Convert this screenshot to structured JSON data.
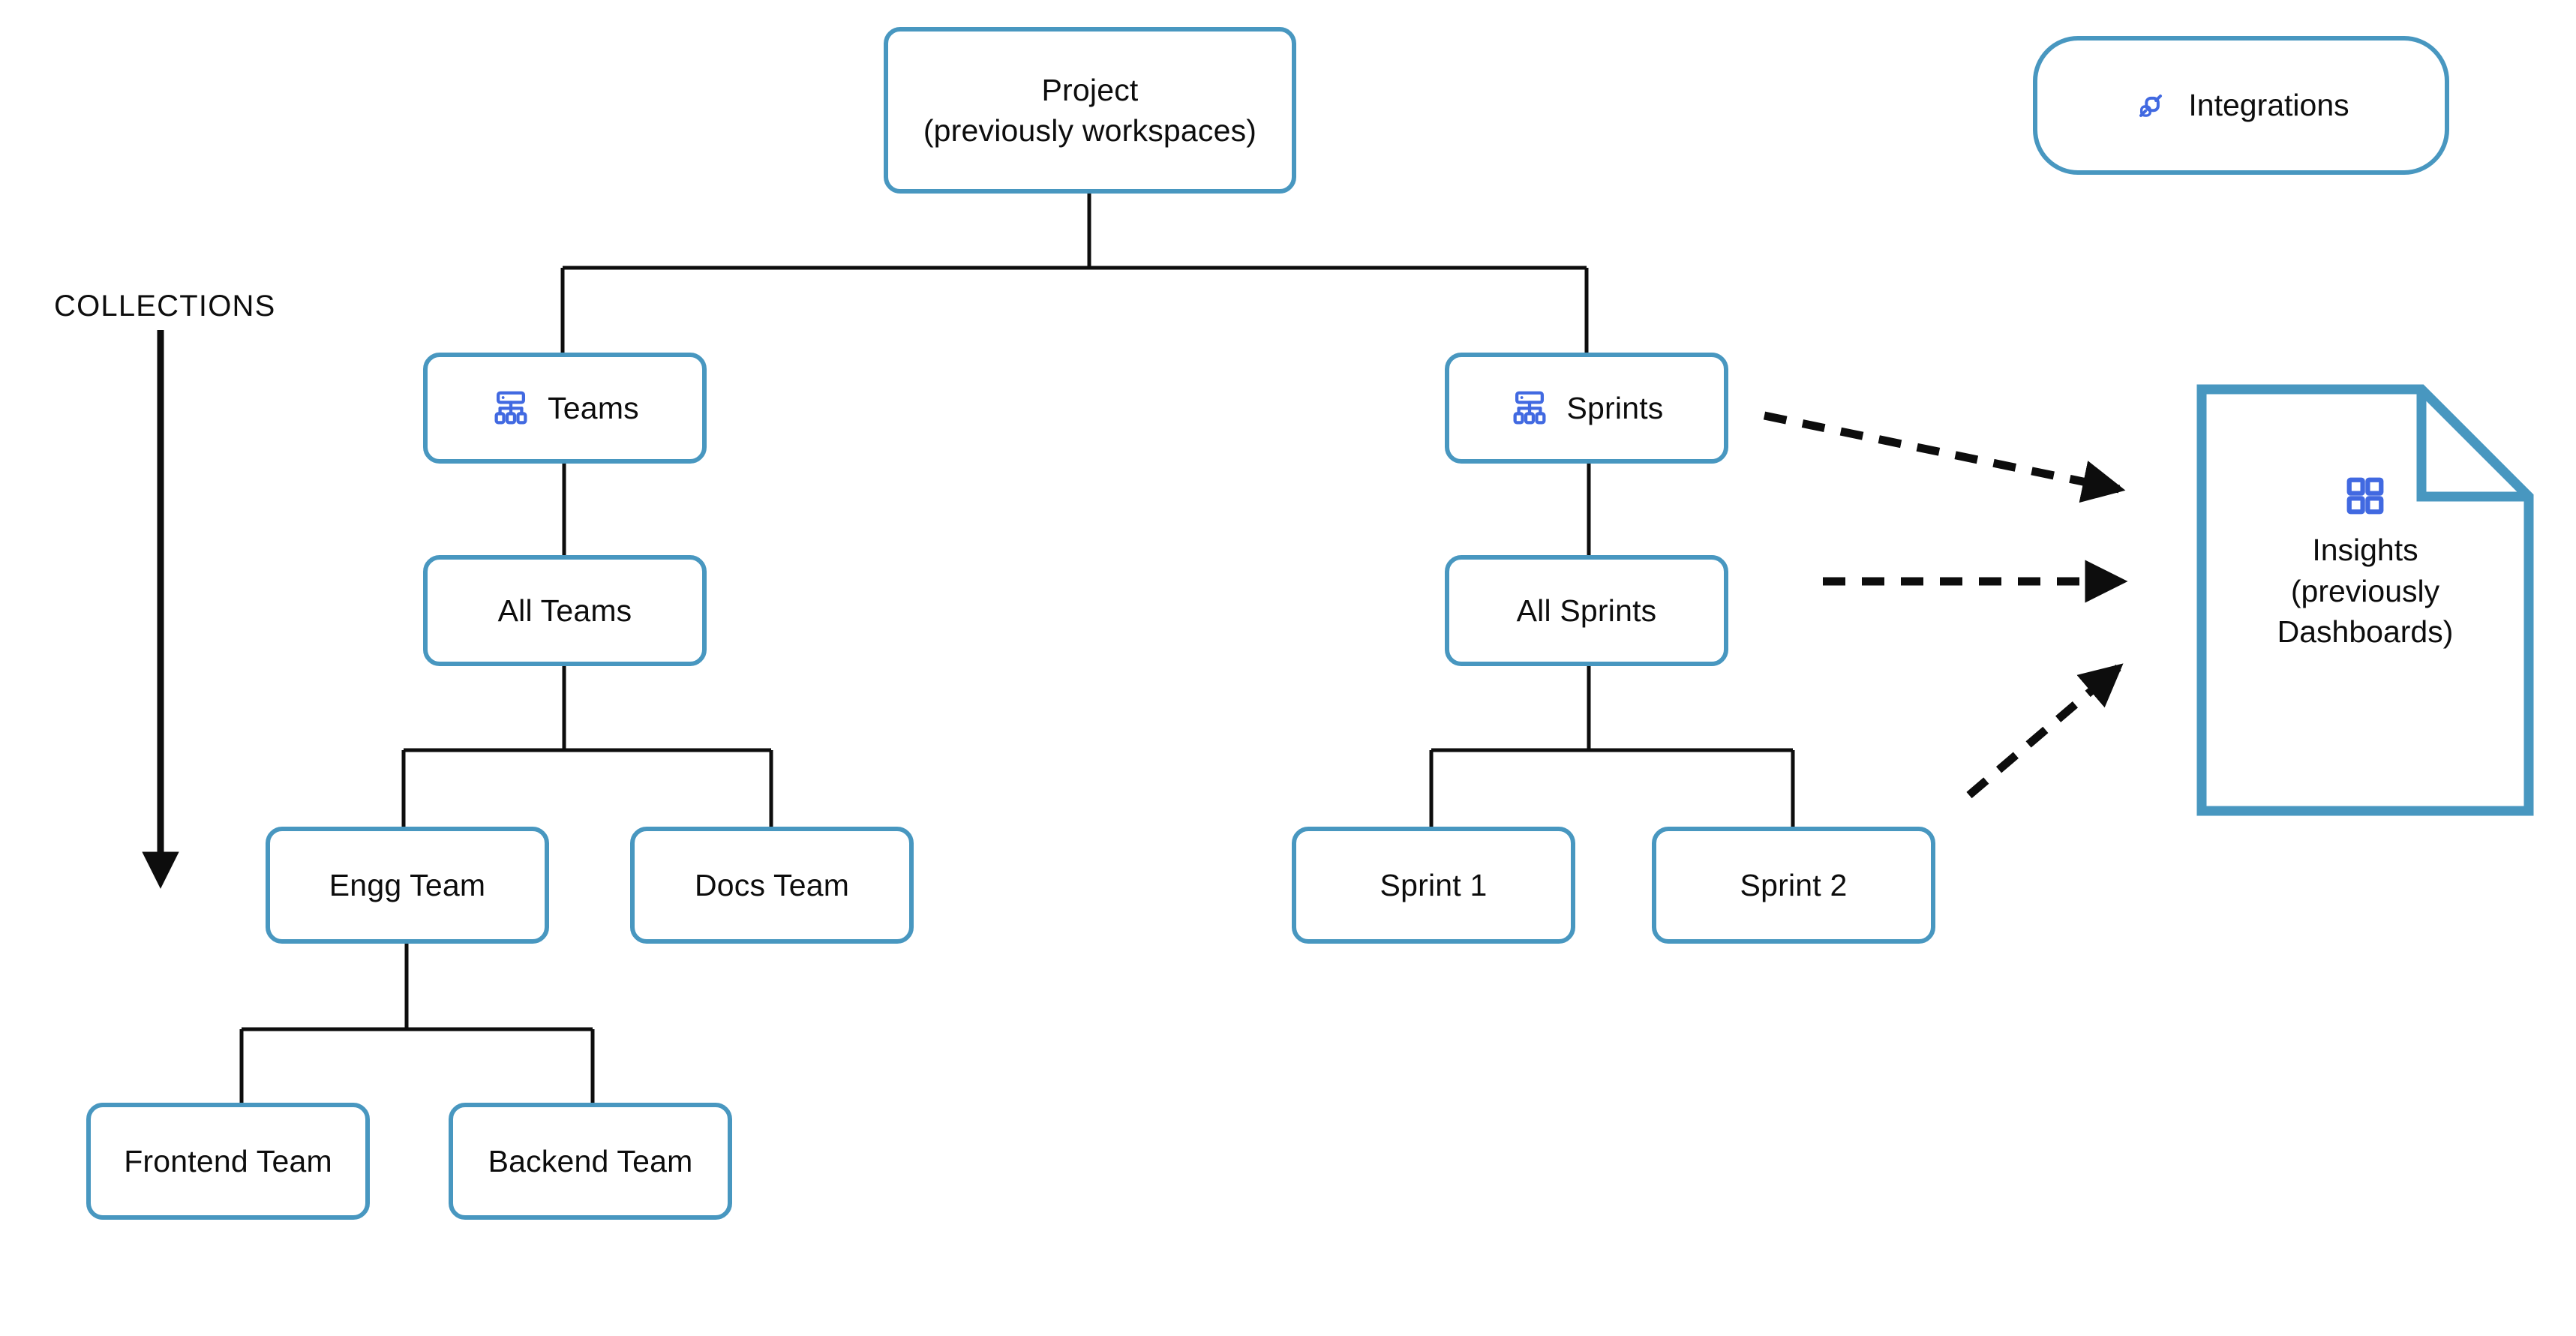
{
  "diagram": {
    "title_note": "Project hierarchy diagram",
    "colors": {
      "node_border": "#4897c0",
      "connector": "#0d0d0d",
      "icon_blue": "#4169e1",
      "text": "#0d0d0d",
      "background": "#ffffff"
    }
  },
  "collections": {
    "label": "COLLECTIONS",
    "arrow_icon": "down-arrow-icon"
  },
  "integrations": {
    "label": "Integrations",
    "icon": "plug-connection-icon"
  },
  "nodes": {
    "project": {
      "label": "Project\n(previously workspaces)"
    },
    "teams": {
      "label": "Teams",
      "icon": "hierarchy-icon"
    },
    "sprints": {
      "label": "Sprints",
      "icon": "hierarchy-icon"
    },
    "all_teams": {
      "label": "All Teams"
    },
    "all_sprints": {
      "label": "All Sprints"
    },
    "engg_team": {
      "label": "Engg Team"
    },
    "docs_team": {
      "label": "Docs Team"
    },
    "sprint_1": {
      "label": "Sprint 1"
    },
    "sprint_2": {
      "label": "Sprint 2"
    },
    "frontend_team": {
      "label": "Frontend Team"
    },
    "backend_team": {
      "label": "Backend Team"
    }
  },
  "insights": {
    "label": "Insights\n(previously\nDashboards)",
    "icon": "dashboard-grid-icon",
    "shape": "document-folded-corner"
  },
  "arrows": {
    "to_insights": [
      {
        "from": "sprints",
        "to": "insights",
        "style": "dashed"
      },
      {
        "from": "all_sprints",
        "to": "insights",
        "style": "dashed"
      },
      {
        "from": "sprint_2_area",
        "to": "insights",
        "style": "dashed"
      }
    ]
  }
}
